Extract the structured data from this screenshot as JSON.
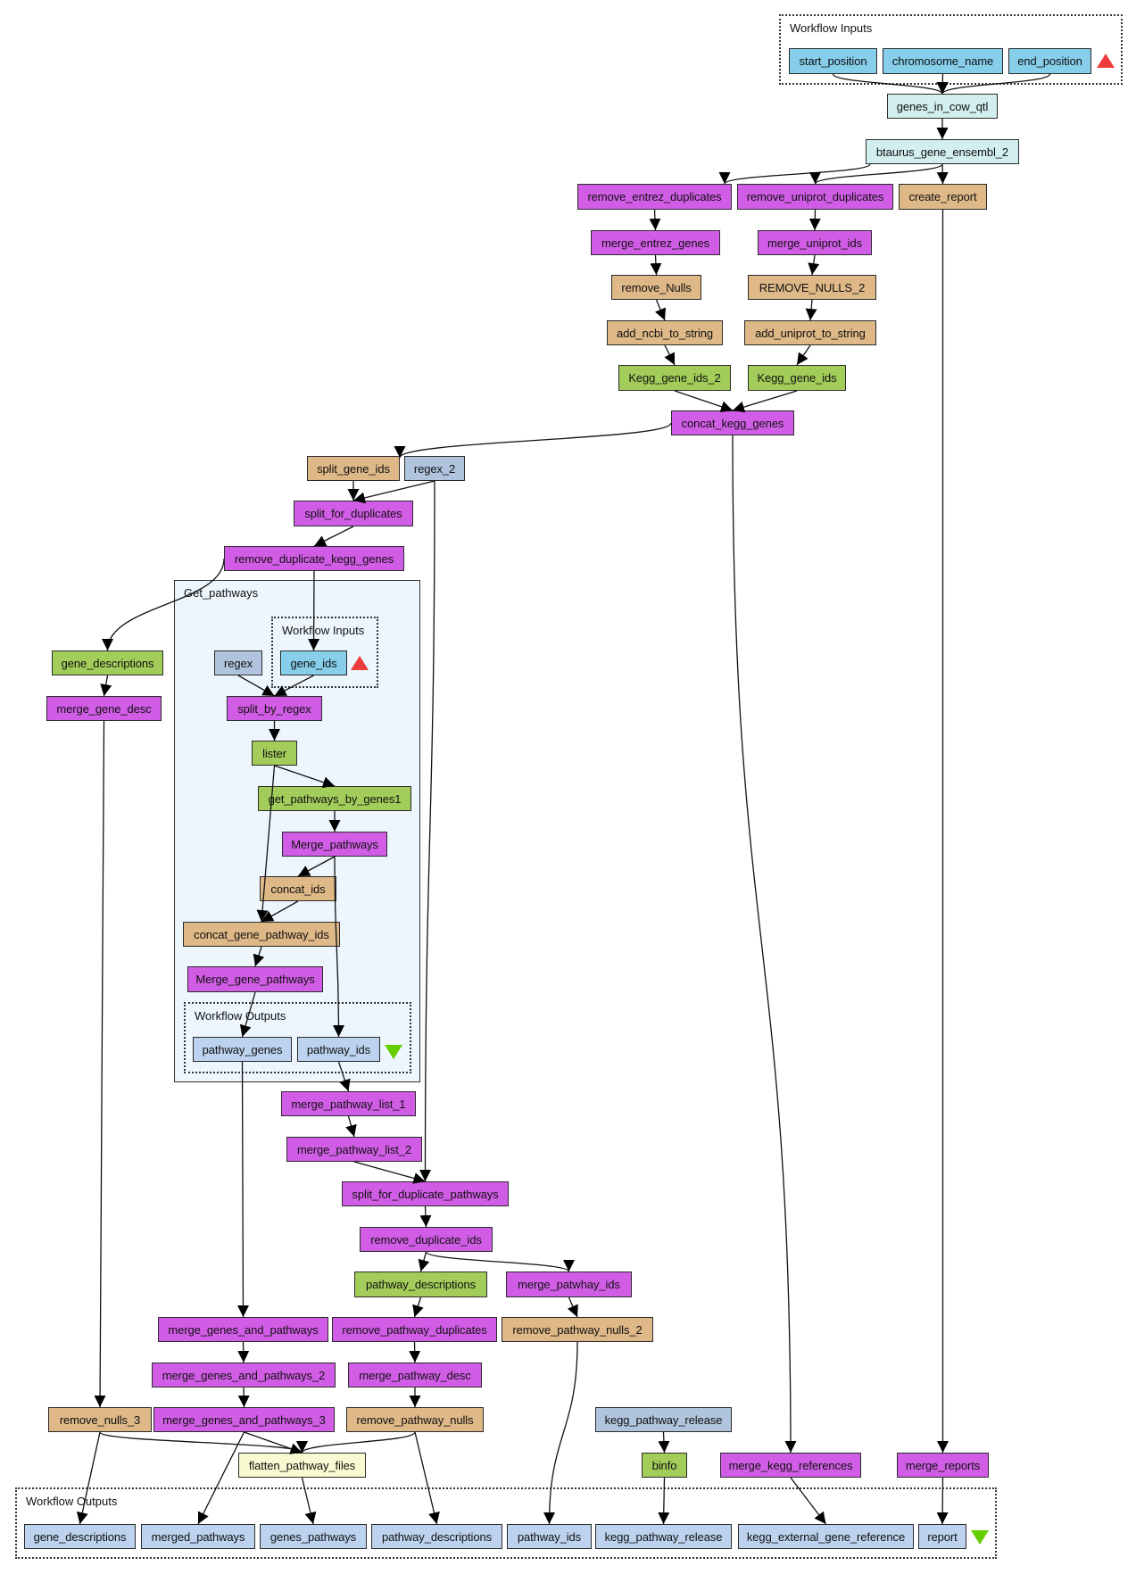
{
  "diagram": {
    "type": "workflow",
    "clusters": {
      "top_inputs": "Workflow Inputs",
      "get_pathways": "Get_pathways",
      "inner_inputs": "Workflow Inputs",
      "inner_outputs": "Workflow Outputs",
      "bottom_outputs": "Workflow Outputs"
    },
    "nodes": {
      "start_position": "start_position",
      "chromosome_name": "chromosome_name",
      "end_position": "end_position",
      "genes_in_cow_qtl": "genes_in_cow_qtl",
      "btaurus_gene_ensembl_2": "btaurus_gene_ensembl_2",
      "remove_entrez_duplicates": "remove_entrez_duplicates",
      "remove_uniprot_duplicates": "remove_uniprot_duplicates",
      "create_report": "create_report",
      "merge_entrez_genes": "merge_entrez_genes",
      "merge_uniprot_ids": "merge_uniprot_ids",
      "remove_Nulls": "remove_Nulls",
      "REMOVE_NULLS_2": "REMOVE_NULLS_2",
      "add_ncbi_to_string": "add_ncbi_to_string",
      "add_uniprot_to_string": "add_uniprot_to_string",
      "Kegg_gene_ids_2": "Kegg_gene_ids_2",
      "Kegg_gene_ids": "Kegg_gene_ids",
      "concat_kegg_genes": "concat_kegg_genes",
      "split_gene_ids": "split_gene_ids",
      "regex_2": "regex_2",
      "split_for_duplicates": "split_for_duplicates",
      "remove_duplicate_kegg_genes": "remove_duplicate_kegg_genes",
      "gene_descriptions": "gene_descriptions",
      "regex": "regex",
      "gene_ids": "gene_ids",
      "merge_gene_desc": "merge_gene_desc",
      "split_by_regex": "split_by_regex",
      "lister": "lister",
      "get_pathways_by_genes1": "get_pathways_by_genes1",
      "Merge_pathways": "Merge_pathways",
      "concat_ids": "concat_ids",
      "concat_gene_pathway_ids": "concat_gene_pathway_ids",
      "Merge_gene_pathways": "Merge_gene_pathways",
      "pathway_genes": "pathway_genes",
      "inner_pathway_ids": "pathway_ids",
      "merge_pathway_list_1": "merge_pathway_list_1",
      "merge_pathway_list_2": "merge_pathway_list_2",
      "split_for_duplicate_pathways": "split_for_duplicate_pathways",
      "remove_duplicate_ids": "remove_duplicate_ids",
      "pathway_descriptions": "pathway_descriptions",
      "merge_patwhay_ids": "merge_patwhay_ids",
      "merge_genes_and_pathways": "merge_genes_and_pathways",
      "remove_pathway_duplicates": "remove_pathway_duplicates",
      "remove_pathway_nulls_2": "remove_pathway_nulls_2",
      "merge_genes_and_pathways_2": "merge_genes_and_pathways_2",
      "merge_pathway_desc": "merge_pathway_desc",
      "remove_nulls_3": "remove_nulls_3",
      "merge_genes_and_pathways_3": "merge_genes_and_pathways_3",
      "remove_pathway_nulls": "remove_pathway_nulls",
      "kegg_pathway_release_src": "kegg_pathway_release",
      "flatten_pathway_files": "flatten_pathway_files",
      "binfo": "binfo",
      "merge_kegg_references": "merge_kegg_references",
      "merge_reports": "merge_reports",
      "out_gene_descriptions": "gene_descriptions",
      "out_merged_pathways": "merged_pathways",
      "out_genes_pathways": "genes_pathways",
      "out_pathway_descriptions": "pathway_descriptions",
      "out_pathway_ids": "pathway_ids",
      "out_kegg_pathway_release": "kegg_pathway_release",
      "out_kegg_external_gene_reference": "kegg_external_gene_reference",
      "out_report": "report"
    },
    "node_types": {
      "input": "#87ceeb",
      "beanshell": "#d15de6",
      "local_worker": "#deb887",
      "wsdl": "#a2cd5a",
      "biomart": "#d2eeee",
      "constant": "#b0c4de",
      "output": "#bcd2ee",
      "flatten": "#fafad2",
      "inputs_marker": "#ee3b3b",
      "outputs_marker": "#66cd00"
    },
    "edges": [
      [
        "start_position",
        "genes_in_cow_qtl"
      ],
      [
        "chromosome_name",
        "genes_in_cow_qtl"
      ],
      [
        "end_position",
        "genes_in_cow_qtl"
      ],
      [
        "genes_in_cow_qtl",
        "btaurus_gene_ensembl_2"
      ],
      [
        "btaurus_gene_ensembl_2",
        "remove_entrez_duplicates"
      ],
      [
        "btaurus_gene_ensembl_2",
        "remove_uniprot_duplicates"
      ],
      [
        "btaurus_gene_ensembl_2",
        "create_report"
      ],
      [
        "remove_entrez_duplicates",
        "merge_entrez_genes"
      ],
      [
        "remove_uniprot_duplicates",
        "merge_uniprot_ids"
      ],
      [
        "merge_entrez_genes",
        "remove_Nulls"
      ],
      [
        "merge_uniprot_ids",
        "REMOVE_NULLS_2"
      ],
      [
        "remove_Nulls",
        "add_ncbi_to_string"
      ],
      [
        "REMOVE_NULLS_2",
        "add_uniprot_to_string"
      ],
      [
        "add_ncbi_to_string",
        "Kegg_gene_ids_2"
      ],
      [
        "add_uniprot_to_string",
        "Kegg_gene_ids"
      ],
      [
        "Kegg_gene_ids_2",
        "concat_kegg_genes"
      ],
      [
        "Kegg_gene_ids",
        "concat_kegg_genes"
      ],
      [
        "concat_kegg_genes",
        "split_gene_ids"
      ],
      [
        "concat_kegg_genes",
        "merge_kegg_references"
      ],
      [
        "split_gene_ids",
        "split_for_duplicates"
      ],
      [
        "regex_2",
        "split_for_duplicates"
      ],
      [
        "regex_2",
        "split_for_duplicate_pathways"
      ],
      [
        "split_for_duplicates",
        "remove_duplicate_kegg_genes"
      ],
      [
        "remove_duplicate_kegg_genes",
        "gene_descriptions"
      ],
      [
        "remove_duplicate_kegg_genes",
        "gene_ids"
      ],
      [
        "gene_descriptions",
        "merge_gene_desc"
      ],
      [
        "merge_gene_desc",
        "remove_nulls_3"
      ],
      [
        "regex",
        "split_by_regex"
      ],
      [
        "gene_ids",
        "split_by_regex"
      ],
      [
        "split_by_regex",
        "lister"
      ],
      [
        "lister",
        "get_pathways_by_genes1"
      ],
      [
        "lister",
        "concat_gene_pathway_ids"
      ],
      [
        "get_pathways_by_genes1",
        "Merge_pathways"
      ],
      [
        "Merge_pathways",
        "concat_ids"
      ],
      [
        "Merge_pathways",
        "inner_pathway_ids"
      ],
      [
        "concat_ids",
        "concat_gene_pathway_ids"
      ],
      [
        "concat_gene_pathway_ids",
        "Merge_gene_pathways"
      ],
      [
        "Merge_gene_pathways",
        "pathway_genes"
      ],
      [
        "pathway_genes",
        "merge_genes_and_pathways"
      ],
      [
        "inner_pathway_ids",
        "merge_pathway_list_1"
      ],
      [
        "merge_pathway_list_1",
        "merge_pathway_list_2"
      ],
      [
        "merge_pathway_list_2",
        "split_for_duplicate_pathways"
      ],
      [
        "split_for_duplicate_pathways",
        "remove_duplicate_ids"
      ],
      [
        "remove_duplicate_ids",
        "pathway_descriptions"
      ],
      [
        "remove_duplicate_ids",
        "merge_patwhay_ids"
      ],
      [
        "pathway_descriptions",
        "remove_pathway_duplicates"
      ],
      [
        "merge_patwhay_ids",
        "remove_pathway_nulls_2"
      ],
      [
        "merge_genes_and_pathways",
        "merge_genes_and_pathways_2"
      ],
      [
        "remove_pathway_duplicates",
        "merge_pathway_desc"
      ],
      [
        "merge_genes_and_pathways_2",
        "merge_genes_and_pathways_3"
      ],
      [
        "merge_pathway_desc",
        "remove_pathway_nulls"
      ],
      [
        "remove_nulls_3",
        "flatten_pathway_files"
      ],
      [
        "remove_nulls_3",
        "out_gene_descriptions"
      ],
      [
        "merge_genes_and_pathways_3",
        "flatten_pathway_files"
      ],
      [
        "merge_genes_and_pathways_3",
        "out_merged_pathways"
      ],
      [
        "remove_pathway_nulls",
        "flatten_pathway_files"
      ],
      [
        "remove_pathway_nulls",
        "out_pathway_descriptions"
      ],
      [
        "flatten_pathway_files",
        "out_genes_pathways"
      ],
      [
        "remove_pathway_nulls_2",
        "out_pathway_ids"
      ],
      [
        "kegg_pathway_release_src",
        "binfo"
      ],
      [
        "binfo",
        "out_kegg_pathway_release"
      ],
      [
        "merge_kegg_references",
        "out_kegg_external_gene_reference"
      ],
      [
        "create_report",
        "merge_reports"
      ],
      [
        "merge_reports",
        "out_report"
      ]
    ]
  }
}
